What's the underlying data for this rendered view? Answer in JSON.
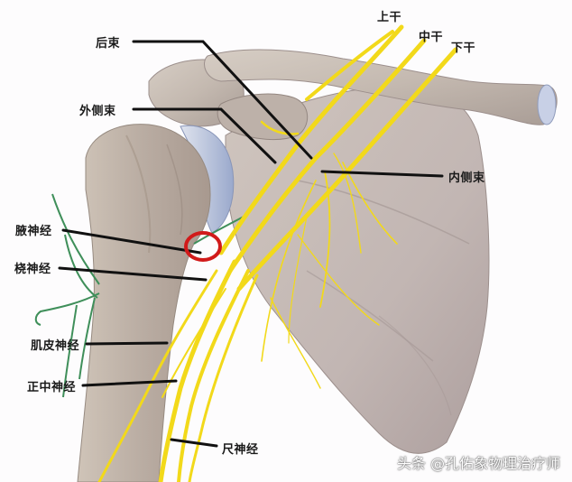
{
  "diagram": {
    "subject": "brachial plexus at the shoulder (anterior view)",
    "colors": {
      "background": "#fdfcfd",
      "bone": "#c9bfb6",
      "bone_shadow": "#a89c94",
      "cartilage": "#b8c2dc",
      "nerve_yellow": "#f2d91a",
      "nerve_green": "#3f8f5a",
      "leader_line": "#111111",
      "highlight_circle": "#d11a1a",
      "label_text": "#1a1a1a",
      "watermark_text": "#ffffff"
    },
    "labels": {
      "upper_trunk": "上干",
      "middle_trunk": "中干",
      "lower_trunk": "下干",
      "posterior_cord": "后束",
      "lateral_cord": "外侧束",
      "medial_cord": "内侧束",
      "axillary_nerve": "腋神经",
      "radial_nerve": "桡神经",
      "musculocutaneous_nerve": "肌皮神经",
      "median_nerve": "正中神经",
      "ulnar_nerve": "尺神经"
    },
    "highlight": {
      "shape": "circle",
      "target": "axillary_nerve"
    },
    "watermark": "头条 @孔佑象物理治疗师"
  }
}
